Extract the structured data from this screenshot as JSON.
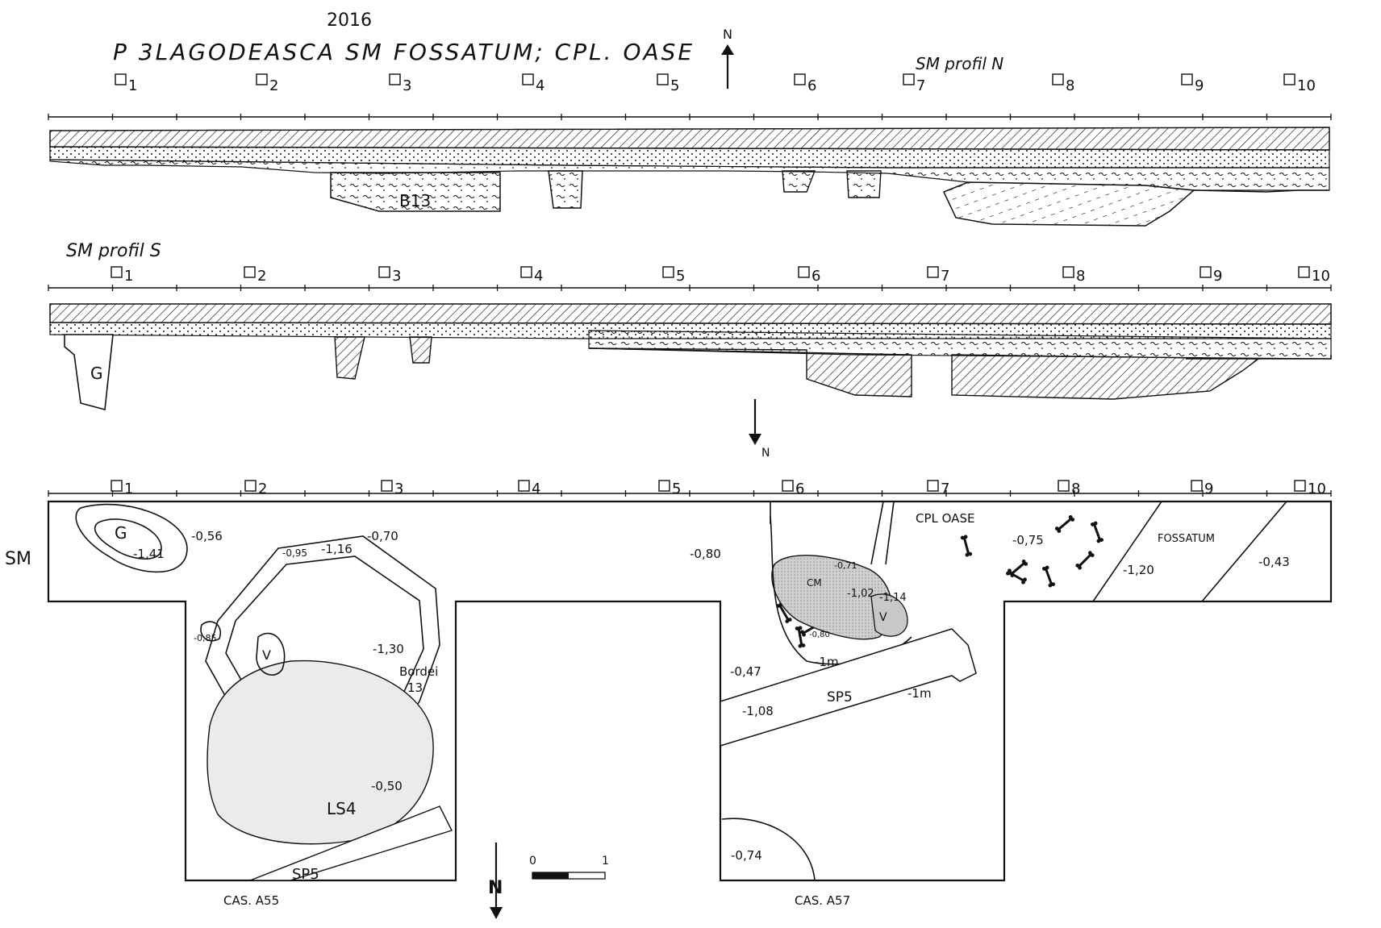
{
  "header": {
    "year": "2016",
    "title": "P 3LAGODEASCA SM FOSSATUM; CPL. OASE",
    "north_label": "N"
  },
  "profile_n": {
    "title": "SM profil N",
    "squares": [
      "1",
      "2",
      "3",
      "4",
      "5",
      "6",
      "7",
      "8",
      "9",
      "10"
    ],
    "feature_label": "B13"
  },
  "profile_s": {
    "title": "SM profil S",
    "squares": [
      "1",
      "2",
      "3",
      "4",
      "5",
      "6",
      "7",
      "8",
      "9",
      "10"
    ],
    "feature_label": "G",
    "north_label": "N"
  },
  "plan": {
    "section_label": "SM",
    "squares": [
      "1",
      "2",
      "3",
      "4",
      "5",
      "6",
      "7",
      "8",
      "9",
      "10"
    ],
    "labels": {
      "g": "G",
      "d_141": "-1,41",
      "d_056": "-0,56",
      "d_070": "-0,70",
      "d_116": "-1,16",
      "d_095": "-0,95",
      "d_080": "-0,80",
      "d_130": "-1,30",
      "d_085": "-0,85",
      "bordei": "Bordei",
      "bordei_num": "13",
      "d_050": "-0,50",
      "ls4": "LS4",
      "sp5_left": "SP5",
      "cpl_oase": "CPL OASE",
      "d_075": "-0,75",
      "fossatum": "FOSSATUM",
      "d_120": "-1,20",
      "d_043": "-0,43",
      "d_071": "-0,71",
      "cm": "CM",
      "d_102": "-1,02",
      "d_114": "-1,14",
      "d_080b": "-0,80",
      "d_1m_a": "-1m",
      "d_047": "-0,47",
      "d_108": "-1,08",
      "sp5_right": "SP5",
      "d_1m_b": "-1m",
      "d_074": "-0,74",
      "v_left": "V",
      "v_right": "V"
    },
    "cas_left": "CAS. A55",
    "cas_right": "CAS. A57",
    "north_label": "N",
    "scale": {
      "zero": "0",
      "one": "1"
    }
  }
}
